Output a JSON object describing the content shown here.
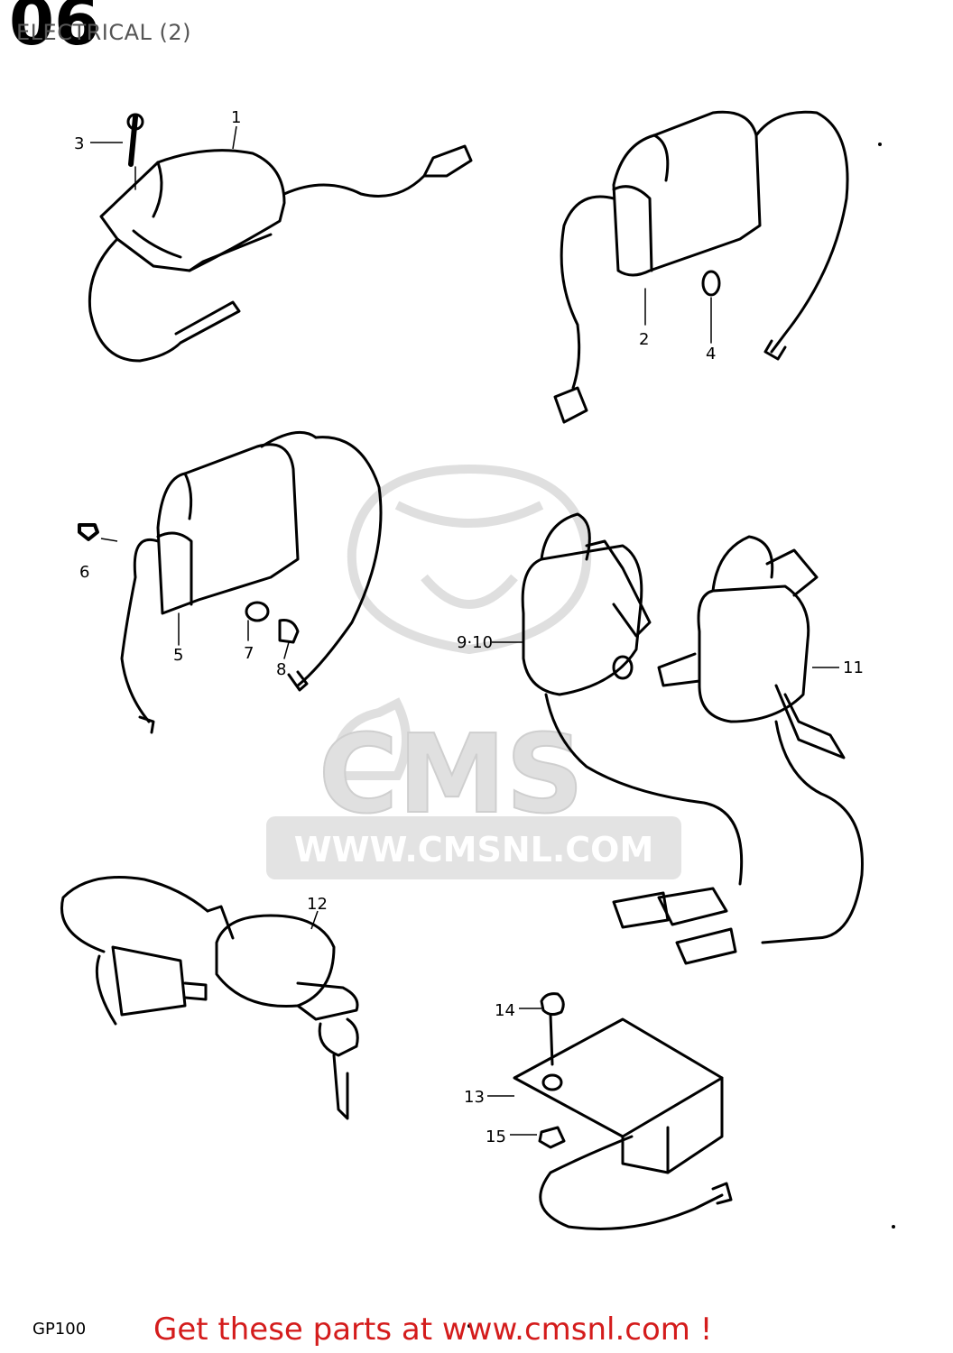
{
  "section_code": "06",
  "title": "ELECTRICAL (2)",
  "model_code": "GP100",
  "footer_text": "Get these parts at www.cmsnl.com !",
  "watermark": {
    "text": "WWW.CMSNL.COM",
    "logo_text": "CMS"
  },
  "callouts": [
    "1",
    "2",
    "3",
    "4",
    "5",
    "6",
    "7",
    "8",
    "9·10",
    "11",
    "12",
    "13",
    "14",
    "15"
  ],
  "colors": {
    "footer": "#d41c1c",
    "line": "#000000",
    "watermark": "#d9d9d9"
  }
}
